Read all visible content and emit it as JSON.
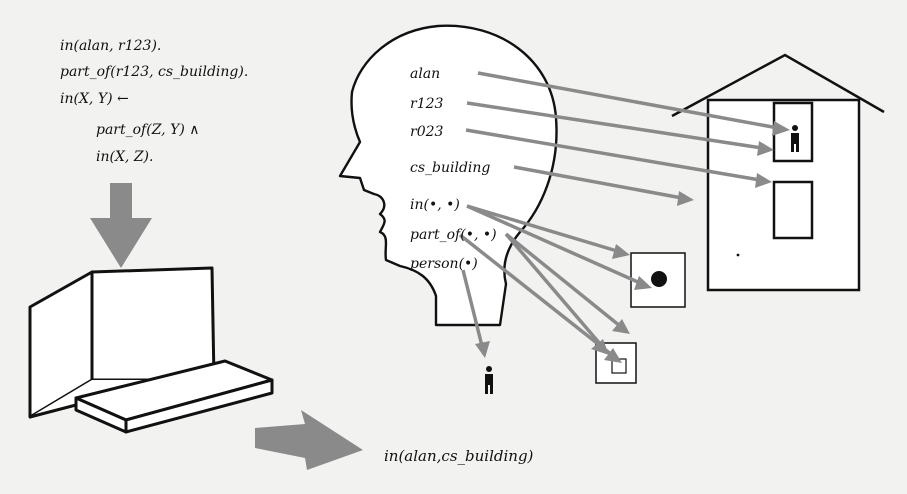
{
  "program": {
    "line1": "in(alan, r123).",
    "line2": "part_of(r123, cs_building).",
    "line3": "in(X, Y) ←",
    "line4": "part_of(Z, Y) ∧",
    "line5": "in(X, Z)."
  },
  "head_symbols": {
    "alan": "alan",
    "r123": "r123",
    "r023": "r023",
    "cs_building": "cs_building",
    "in_relation": "in(•, •)",
    "part_of_relation": "part_of(•, •)",
    "person_relation": "person(•)"
  },
  "conclusion": "in(alan,cs_building)",
  "colors": {
    "ink": "#111111",
    "arrow_gray": "#8a8a8a",
    "background": "#f2f2f1"
  },
  "icons": [
    "person-icon",
    "house-icon",
    "computer-icon",
    "head-icon"
  ]
}
